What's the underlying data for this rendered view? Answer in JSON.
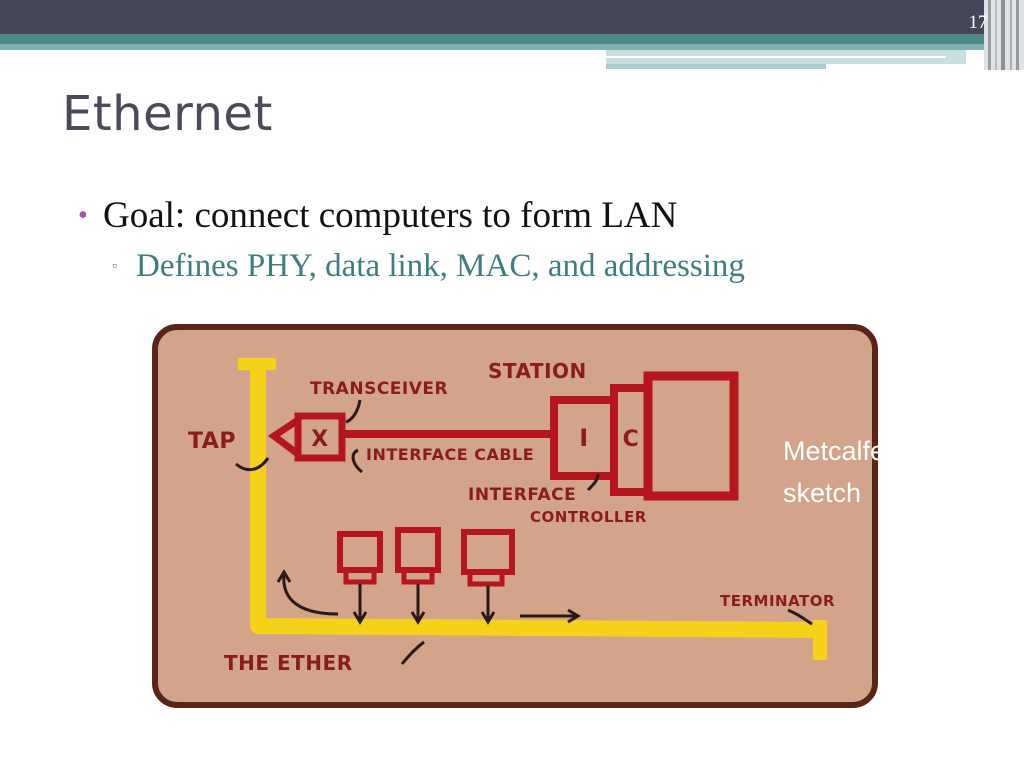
{
  "slide": {
    "number": "17",
    "title": "Ethernet",
    "bullets": [
      {
        "text": "Goal: connect computers to form LAN",
        "sub": [
          {
            "text": "Defines PHY, data link, MAC, and addressing"
          }
        ]
      }
    ]
  },
  "figure": {
    "labels": {
      "station": "STATION",
      "transceiver": "TRANSCEIVER",
      "tap": "TAP",
      "x_box": "X",
      "interface_cable": "INTERFACE CABLE",
      "i_box": "I",
      "c_box": "C",
      "interface_controller_1": "INTERFACE",
      "interface_controller_2": "CONTROLLER",
      "terminator": "TERMINATOR",
      "the_ether": "THE ETHER"
    },
    "caption_line1": "Metcalfe",
    "caption_line2": "sketch"
  },
  "colors": {
    "topbar": "#44475a",
    "band": "#4f8a8b",
    "title": "#4a4a5c",
    "bullet_dot": "#a05aa8",
    "sub_bullet": "#3f7d80",
    "sketch_bg": "#d2a48a",
    "sketch_border": "#5a2418",
    "sketch_ink": "#b5161b",
    "ether": "#f5d11a"
  }
}
